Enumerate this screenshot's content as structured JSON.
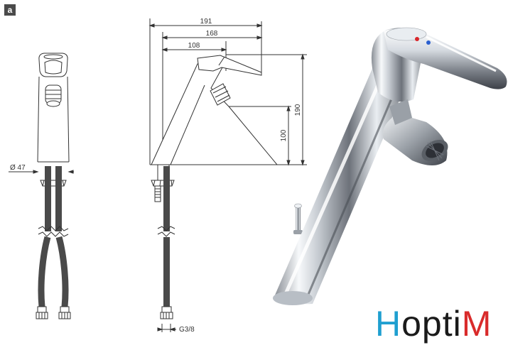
{
  "panel": {
    "label": "a"
  },
  "front_view": {
    "diameter_label": "Ø 47"
  },
  "side_view": {
    "dim_overall_length": "191",
    "dim_spout_reach": "168",
    "dim_lever_reach": "108",
    "dim_total_height": "190",
    "dim_outlet_height": "100",
    "dim_thread": "G3/8"
  },
  "brand": {
    "part1": "H",
    "part2": "opti",
    "part3": "M",
    "color_part1": "#1f9fd0",
    "color_part2": "#1a1a1a",
    "color_part3": "#d92b2b"
  },
  "colors": {
    "line": "#333333",
    "hose": "#4a4a4a",
    "chrome_dark": "#6a6e75",
    "chrome_light": "#f4f6f8",
    "red_dot": "#d8262b",
    "blue_dot": "#2a5fd0"
  }
}
